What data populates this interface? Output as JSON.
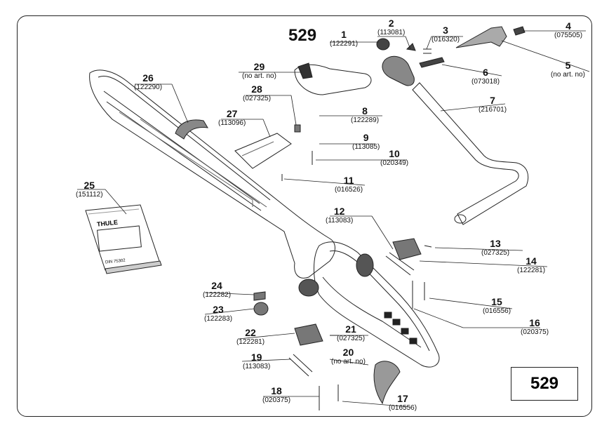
{
  "title": "529",
  "box_label": "529",
  "parts": [
    {
      "n": "1",
      "art": "(122291)"
    },
    {
      "n": "2",
      "art": "(113081)"
    },
    {
      "n": "3",
      "art": "(016320)"
    },
    {
      "n": "4",
      "art": "(075505)"
    },
    {
      "n": "5",
      "art": "(no art. no)"
    },
    {
      "n": "6",
      "art": "(073018)"
    },
    {
      "n": "7",
      "art": "(216701)"
    },
    {
      "n": "8",
      "art": "(122289)"
    },
    {
      "n": "9",
      "art": "(113085)"
    },
    {
      "n": "10",
      "art": "(020349)"
    },
    {
      "n": "11",
      "art": "(016526)"
    },
    {
      "n": "12",
      "art": "(113083)"
    },
    {
      "n": "13",
      "art": "(027325)"
    },
    {
      "n": "14",
      "art": "(122281)"
    },
    {
      "n": "15",
      "art": "(016556)"
    },
    {
      "n": "16",
      "art": "(020375)"
    },
    {
      "n": "17",
      "art": "(016556)"
    },
    {
      "n": "18",
      "art": "(020375)"
    },
    {
      "n": "19",
      "art": "(113083)"
    },
    {
      "n": "20",
      "art": "(no art. no)"
    },
    {
      "n": "21",
      "art": "(027325)"
    },
    {
      "n": "22",
      "art": "(122281)"
    },
    {
      "n": "23",
      "art": "(122283)"
    },
    {
      "n": "24",
      "art": "(122282)"
    },
    {
      "n": "25",
      "art": "(151112)"
    },
    {
      "n": "26",
      "art": "(122290)"
    },
    {
      "n": "27",
      "art": "(113096)"
    },
    {
      "n": "28",
      "art": "(027325)"
    },
    {
      "n": "29",
      "art": "(no art. no)"
    }
  ],
  "manual": {
    "brand": "THULE",
    "code": "DIN 75302"
  }
}
